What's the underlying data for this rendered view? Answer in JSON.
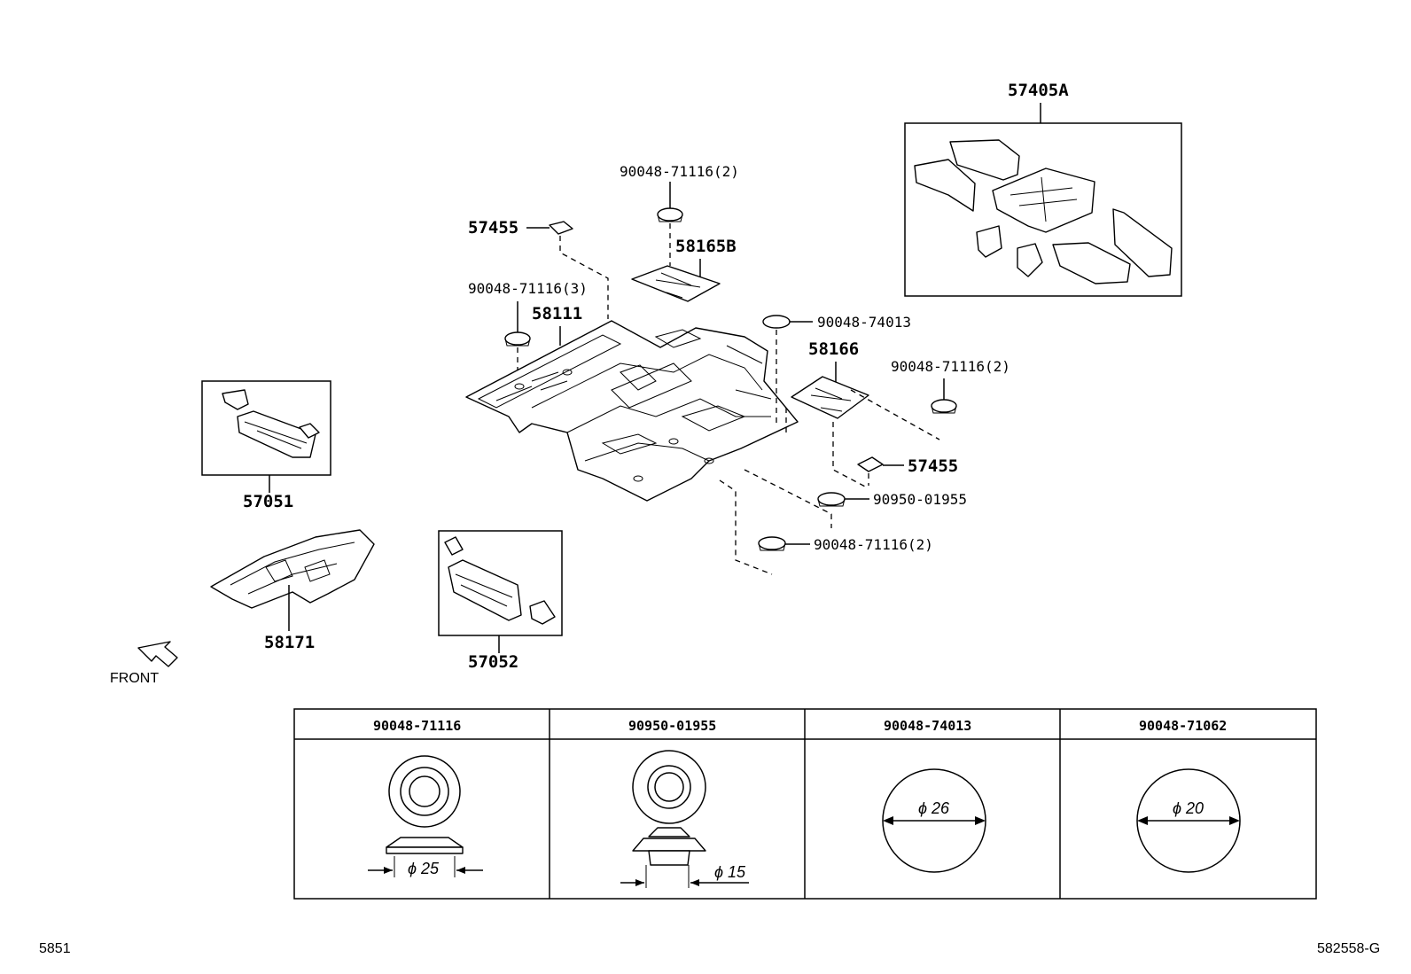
{
  "labels": {
    "p57405A": "57405A",
    "p90048_71116_2_top": "90048-71116(2)",
    "p57455_left": "57455",
    "p58165B": "58165B",
    "p90048_71116_3": "90048-71116(3)",
    "p58111": "58111",
    "p90048_74013": "90048-74013",
    "p58166": "58166",
    "p90048_71116_2_right": "90048-71116(2)",
    "p57455_right": "57455",
    "p90950_01955": "90950-01955",
    "p90048_71116_2_bottom": "90048-71116(2)",
    "p57051": "57051",
    "p58171": "58171",
    "p57052": "57052",
    "front": "FRONT"
  },
  "table": {
    "headers": [
      "90048-71116",
      "90950-01955",
      "90048-74013",
      "90048-71062"
    ],
    "dims": [
      "ϕ 25",
      "ϕ 15",
      "ϕ 26",
      "ϕ 20"
    ]
  },
  "footer": {
    "left": "5851",
    "right": "582558-G"
  }
}
